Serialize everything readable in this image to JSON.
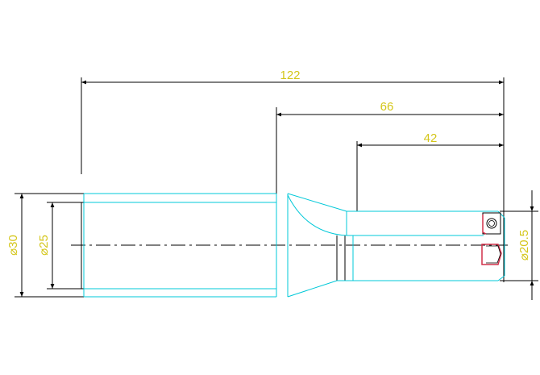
{
  "drawing": {
    "dimensions": {
      "overall_length": "122",
      "body_length": "66",
      "flute_length": "42",
      "shank_diameter": "⌀30",
      "bore_diameter": "⌀25",
      "cutting_diameter": "⌀20.5"
    },
    "colors": {
      "dimension_lines": "#000000",
      "dimension_text": "#d4c61a",
      "outline": "#00c8d8",
      "cutting_insert": "#d0304a",
      "background": "#ffffff"
    }
  }
}
